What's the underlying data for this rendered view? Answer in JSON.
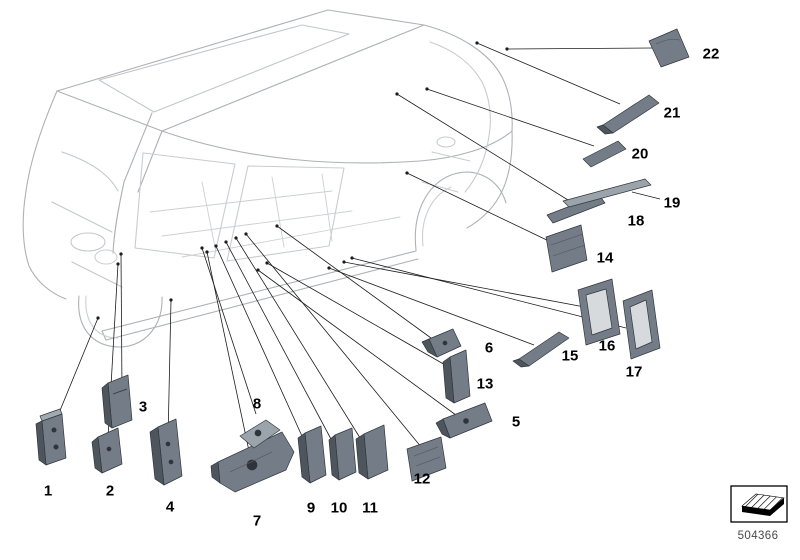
{
  "figure": {
    "type": "exploded-parts-diagram",
    "catalog_number": "504366",
    "legend_symbol": "sealing-compound-wedge-icon",
    "callouts": [
      {
        "label": "1"
      },
      {
        "label": "2"
      },
      {
        "label": "3"
      },
      {
        "label": "4"
      },
      {
        "label": "5"
      },
      {
        "label": "6"
      },
      {
        "label": "7"
      },
      {
        "label": "8"
      },
      {
        "label": "9"
      },
      {
        "label": "10"
      },
      {
        "label": "11"
      },
      {
        "label": "12"
      },
      {
        "label": "13"
      },
      {
        "label": "14"
      },
      {
        "label": "15"
      },
      {
        "label": "16"
      },
      {
        "label": "17"
      },
      {
        "label": "18"
      },
      {
        "label": "19"
      },
      {
        "label": "20"
      },
      {
        "label": "21"
      },
      {
        "label": "22"
      }
    ]
  }
}
